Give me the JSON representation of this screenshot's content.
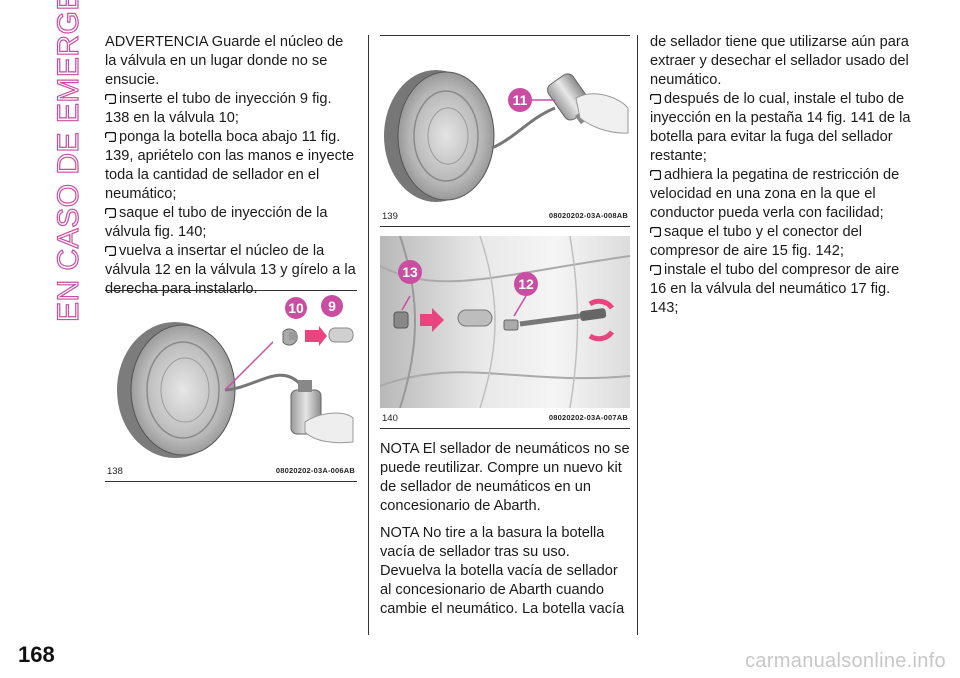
{
  "page": {
    "side_title": "EN CASO DE EMERGENCIA",
    "page_number": "168",
    "watermark": "carmanualsonline.info",
    "accent_color": "#c94da0"
  },
  "column1": {
    "intro": "ADVERTENCIA Guarde el núcleo de la válvula en un lugar donde no se ensucie.",
    "bullets": [
      "inserte el tubo de inyección 9 fig. 138 en la válvula 10;",
      "ponga la botella boca abajo 11 fig. 139, apriételo con las manos e inyecte toda la cantidad de sellador en el neumático;",
      "saque el tubo de inyección de la válvula fig. 140;",
      "vuelva a insertar el núcleo de la válvula 12 en la válvula 13 y gírelo a la derecha para instalarlo."
    ]
  },
  "figures": {
    "fig138": {
      "number": "138",
      "code": "08020202-03A-006AB",
      "labels": [
        "10",
        "9"
      ]
    },
    "fig139": {
      "number": "139",
      "code": "08020202-03A-008AB",
      "labels": [
        "11"
      ]
    },
    "fig140": {
      "number": "140",
      "code": "08020202-03A-007AB",
      "labels": [
        "13",
        "12"
      ]
    }
  },
  "column2": {
    "nota1": "NOTA El sellador de neumáticos no se puede reutilizar. Compre un nuevo kit de sellador de neumáticos en un concesionario de Abarth.",
    "nota2": "NOTA No tire a la basura la botella vacía de sellador tras su uso. Devuelva la botella vacía de sellador al concesionario de Abarth cuando cambie el neumático. La botella vacía"
  },
  "column3": {
    "intro": "de sellador tiene que utilizarse aún para extraer y desechar el sellador usado del neumático.",
    "bullets": [
      "después de lo cual, instale el tubo de inyección en la pestaña 14 fig. 141 de la botella para evitar la fuga del sellador restante;",
      "adhiera la pegatina de restricción de velocidad en una zona en la que el conductor pueda verla con facilidad;",
      "saque el tubo y el conector del compresor de aire 15 fig. 142;",
      "instale el tubo del compresor de aire 16 en la válvula del neumático 17 fig. 143;"
    ]
  }
}
